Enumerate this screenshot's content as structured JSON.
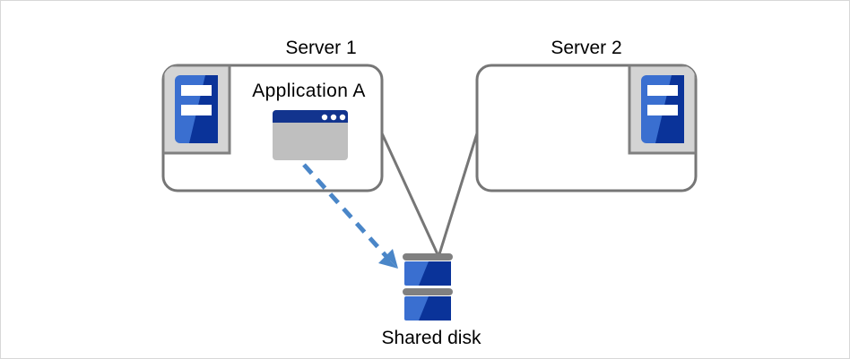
{
  "diagram": {
    "type": "cluster-architecture",
    "title_visible": false,
    "nodes": {
      "server1": {
        "label": "Server 1",
        "icon": "server-icon",
        "icon_position": "top-left",
        "contains": [
          "application-a"
        ]
      },
      "server2": {
        "label": "Server 2",
        "icon": "server-icon",
        "icon_position": "top-right",
        "contains": []
      },
      "application_a": {
        "label": "Application A",
        "icon": "application-window-icon"
      },
      "shared_disk": {
        "label": "Shared disk",
        "icon": "disk-stack-icon"
      }
    },
    "connections": [
      {
        "from": "server1",
        "to": "shared_disk",
        "style": "solid",
        "color": "#767676",
        "arrow": false
      },
      {
        "from": "server2",
        "to": "shared_disk",
        "style": "solid",
        "color": "#767676",
        "arrow": false
      },
      {
        "from": "application_a",
        "to": "shared_disk",
        "style": "dashed",
        "color": "#4A86C8",
        "arrow": true
      }
    ]
  },
  "colors": {
    "box_border": "#767676",
    "icon_frame": "#d4d4d4",
    "blue_light": "#3A6FD0",
    "blue_dark": "#0A3399",
    "window_titlebar": "#12348E",
    "window_body": "#bfbfbf",
    "disk_bar": "#808080",
    "dashed_arrow": "#4A86C8",
    "canvas_border": "#d8d8d8",
    "text": "#000000"
  }
}
